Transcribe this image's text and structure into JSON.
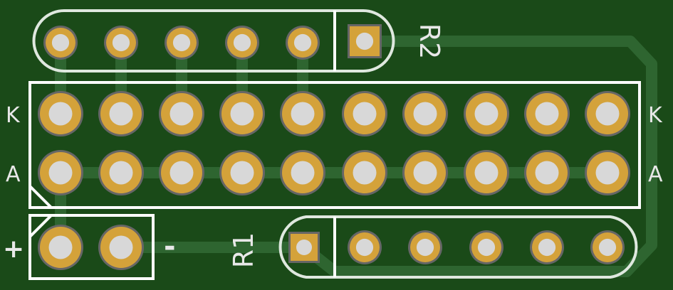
{
  "board": {
    "colors": {
      "substrate": "#1a4a18",
      "trace": "#2e6530",
      "copper": "#d4a23a",
      "drill": "#d8d8d8",
      "silk": "#ffffff"
    },
    "labels": {
      "r2": "R2",
      "r1": "R1",
      "k_left": "K",
      "k_right": "K",
      "a_left": "A",
      "a_right": "A",
      "plus": "+",
      "minus": "-"
    }
  }
}
